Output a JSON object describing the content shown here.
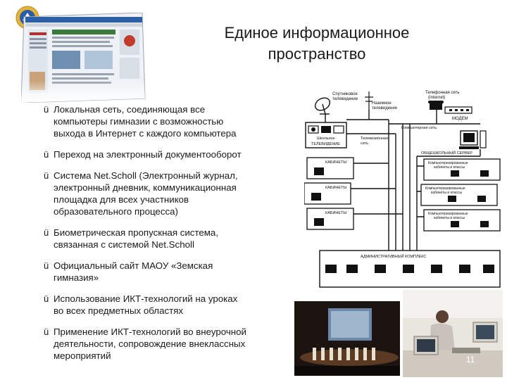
{
  "slide": {
    "title_lines": [
      "Единое информационное",
      "пространство"
    ],
    "bullet_mark": "ü",
    "bullets": [
      {
        "lines": [
          "Локальная сеть, соединяющая все",
          "компьютеры гимназии с возможностью",
          "выхода в Интернет с каждого компьютера"
        ]
      },
      {
        "lines": [
          "Переход на электронный документооборот"
        ]
      },
      {
        "lines": [
          "Система Net.Scholl (Электронный журнал,",
          "электронный дневник, коммуникационная",
          "площадка для всех участников",
          "образовательного процесса)"
        ]
      },
      {
        "lines": [
          "Биометрическая пропускная система,",
          "связанная с  системой Net.Scholl"
        ]
      },
      {
        "lines": [
          "Официальный сайт МАОУ «Земская",
          "гимназия»"
        ]
      },
      {
        "lines": [
          "Использование ИКТ-технологий на уроках",
          "во всех предметных областях"
        ]
      },
      {
        "lines": [
          "Применение ИКТ-технологий во внеурочной",
          "деятельности, сопровождение внеклассных",
          "мероприятий"
        ]
      }
    ],
    "page_number": "11"
  },
  "diagram": {
    "sat_label": [
      "Спутниковое",
      "телевидение"
    ],
    "ground_tv_label": [
      "Наземное",
      "телевидение"
    ],
    "phone_label": [
      "Телефонная сеть",
      "(Internet)"
    ],
    "modem_label": "МОДЕМ",
    "computer_net_label": "Компьютерная сеть",
    "school_tv_label": [
      "Школьное",
      "ТЕЛЕВИДЕНИЕ"
    ],
    "tv_net_label": [
      "Телевизионная",
      "сеть"
    ],
    "server_label": "ОБЩЕШКОЛЬНЫЙ СЕРВЕР",
    "cabinets_label": "КАБИНЕТЫ",
    "comp_class_label": [
      "Компьютеризированные",
      "кабинеты и классы"
    ],
    "admin_label": "АДМИНИСТРАТИВНЫЙ КОМПЛЕКС"
  },
  "colors": {
    "text": "#1a1a1a",
    "logo_gold": "#d9a520",
    "logo_blue": "#2a5aa8"
  }
}
